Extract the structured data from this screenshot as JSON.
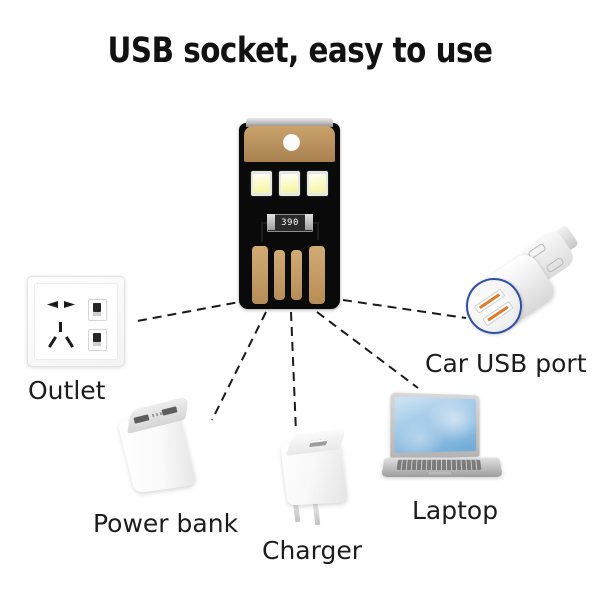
{
  "title": "USB socket, easy to use",
  "device": {
    "name": "usb-led-board",
    "resistor_code": "390",
    "led_count": 3,
    "contact_pad_count": 4,
    "board_color": "#0a0a0a",
    "gold_color": "#bb9360"
  },
  "items": [
    {
      "id": "outlet",
      "label": "Outlet",
      "icon": "wall-outlet-icon"
    },
    {
      "id": "car_usb",
      "label": "Car USB port",
      "icon": "car-charger-icon"
    },
    {
      "id": "power_bank",
      "label": "Power bank",
      "icon": "power-bank-icon"
    },
    {
      "id": "charger",
      "label": "Charger",
      "icon": "wall-charger-icon"
    },
    {
      "id": "laptop",
      "label": "Laptop",
      "icon": "laptop-icon"
    }
  ],
  "colors": {
    "background": "#ffffff",
    "text": "#1c1c1c",
    "title": "#121212",
    "line": "#1a1a1a",
    "car_ring": "#2f4ea8",
    "car_port": "#e07b2a",
    "led": "#f3f3a5"
  }
}
